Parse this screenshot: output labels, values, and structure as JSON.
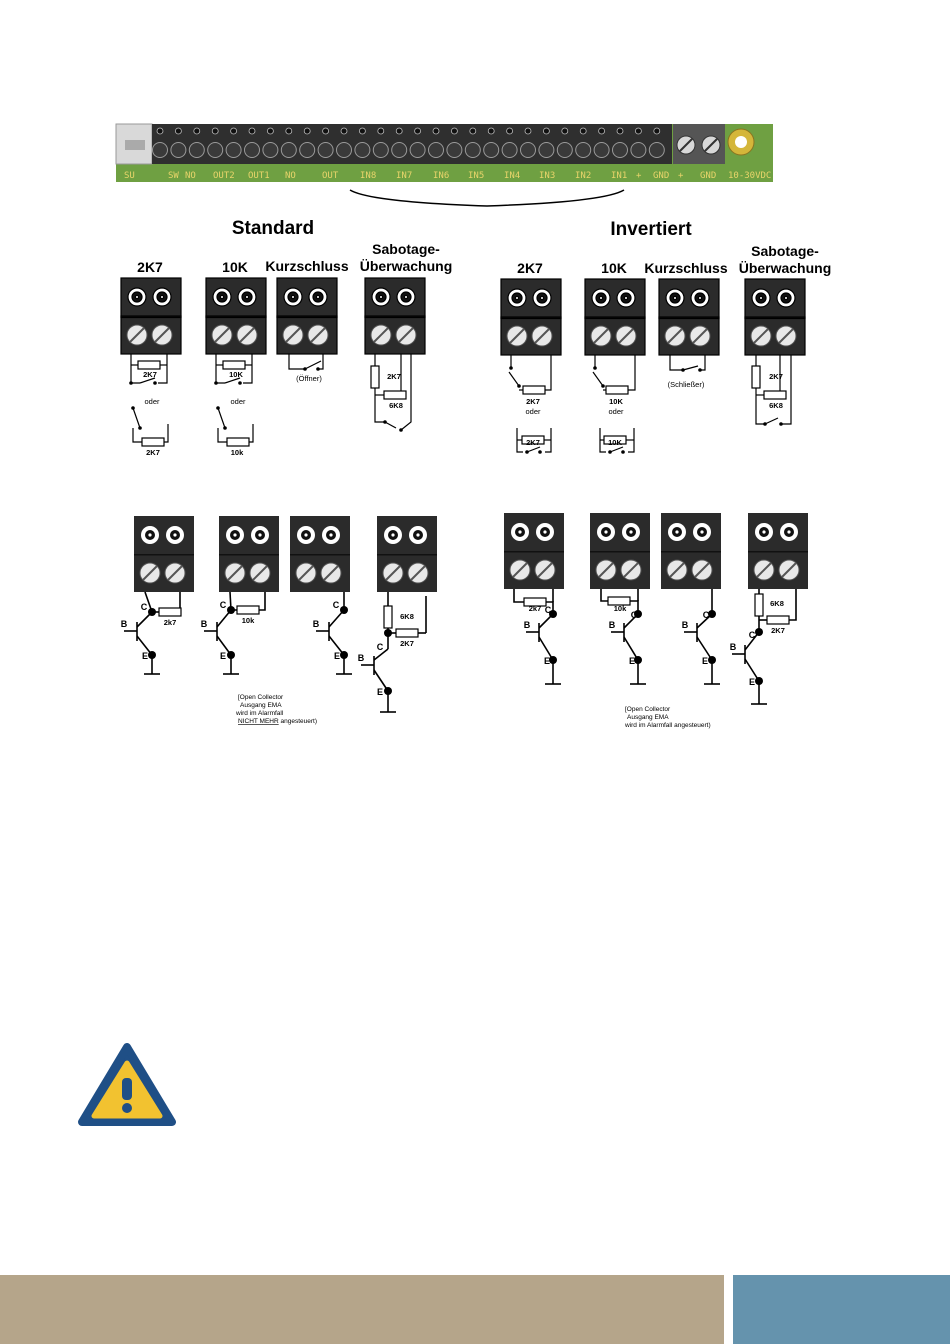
{
  "board": {
    "labels": [
      "SU",
      "SW",
      "NO",
      "OUT2",
      "OUT1",
      "NO",
      "OUT",
      "IN8",
      "IN7",
      "IN6",
      "IN5",
      "IN4",
      "IN3",
      "IN2",
      "IN1",
      "+",
      "GND",
      "+",
      "GND",
      "10-30VDC"
    ]
  },
  "sections": {
    "standard": "Standard",
    "invertiert": "Invertiert"
  },
  "headers": {
    "r2k7": "2K7",
    "r10k": "10K",
    "kurzschluss": "Kurzschluss",
    "sabotage_1": "Sabotage-",
    "sabotage_2": "Überwachung"
  },
  "labels": {
    "r2k7": "2K7",
    "r10k": "10K",
    "r10k_lower": "10k",
    "r2k7_lower": "2k7",
    "r6k8": "6K8",
    "oder": "oder",
    "oeffner": "(Öffner)",
    "schliesser": "(Schließer)",
    "b": "B",
    "c": "C",
    "e": "E"
  },
  "notes": {
    "standard": [
      "[Open Collector",
      "Ausgang EMA",
      "wird im Alarmfall",
      "NICHT MEHR angesteuert)"
    ],
    "standard_emph": "NICHT MEHR",
    "standard_rest": " angesteuert)",
    "invertiert": [
      "[Open Collector",
      "Ausgang EMA",
      "wird im Alarmfall angesteuert)"
    ]
  },
  "colors": {
    "board_green": "#6fa042",
    "terminal_dark": "#2f2f2f",
    "label_yellow": "#e8d46a",
    "footer_tan": "#b5a58a",
    "footer_blue": "#6593ad",
    "warning_blue": "#1f4f86",
    "warning_yellow": "#f2c230"
  },
  "icons": {
    "warning": "warning-triangle-icon"
  }
}
